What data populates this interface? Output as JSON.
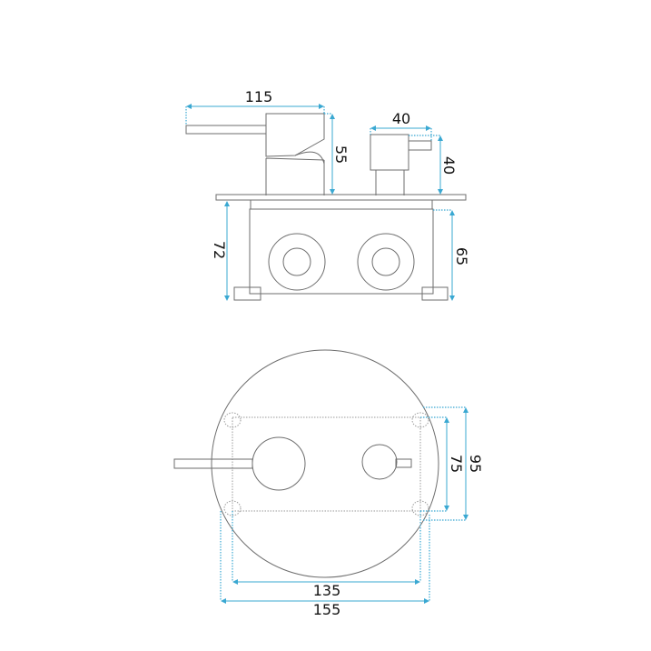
{
  "side_view": {
    "dimensions": {
      "lever_length": "115",
      "mixer_height": "55",
      "diverter_width": "40",
      "diverter_height": "40",
      "box_depth_total": "72",
      "box_depth": "65"
    }
  },
  "front_view": {
    "dimensions": {
      "inner_height": "75",
      "outer_height": "95",
      "inner_width": "135",
      "outer_width": "155"
    }
  },
  "colors": {
    "dimension": "#3aa8d2",
    "outline": "#6e6e6e"
  }
}
